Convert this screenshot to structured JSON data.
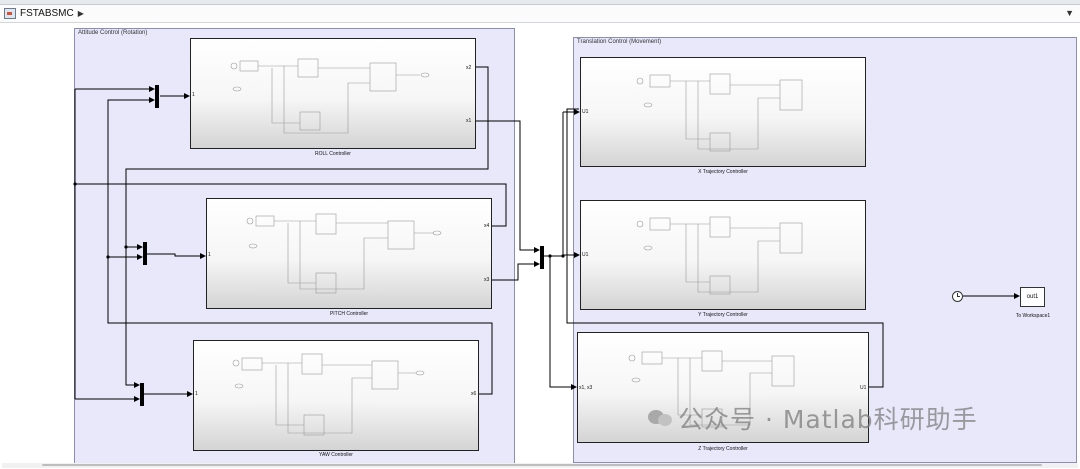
{
  "model": {
    "name": "FSTABSMC"
  },
  "areas": {
    "attitude": "Attitude Control (Rotation)",
    "translation": "Translation Control (Movement)"
  },
  "controllers": {
    "roll": {
      "label": "ROLL Controller",
      "in": "1",
      "out_top": "x2",
      "out_bottom": "x1"
    },
    "pitch": {
      "label": "PITCH Controller",
      "in": "1",
      "out_top": "x4",
      "out_bottom": "x3"
    },
    "yaw": {
      "label": "YAW Controller",
      "in": "1",
      "out": "x6"
    },
    "x": {
      "label": "X Trajectory Controller",
      "in": "U1"
    },
    "y": {
      "label": "Y Trajectory Controller",
      "in": "U1"
    },
    "z": {
      "label": "Z Trajectory Controller",
      "in": "x1, x3",
      "out": "U1"
    }
  },
  "workspace": {
    "var": "out1",
    "label": "To Workspace1"
  },
  "watermark": {
    "text": "公众号 · Matlab科研助手"
  },
  "colors": {
    "area_fill": "#e8e8fa",
    "area_border": "#8c8cb4",
    "watermark": "#8a8a8a"
  }
}
